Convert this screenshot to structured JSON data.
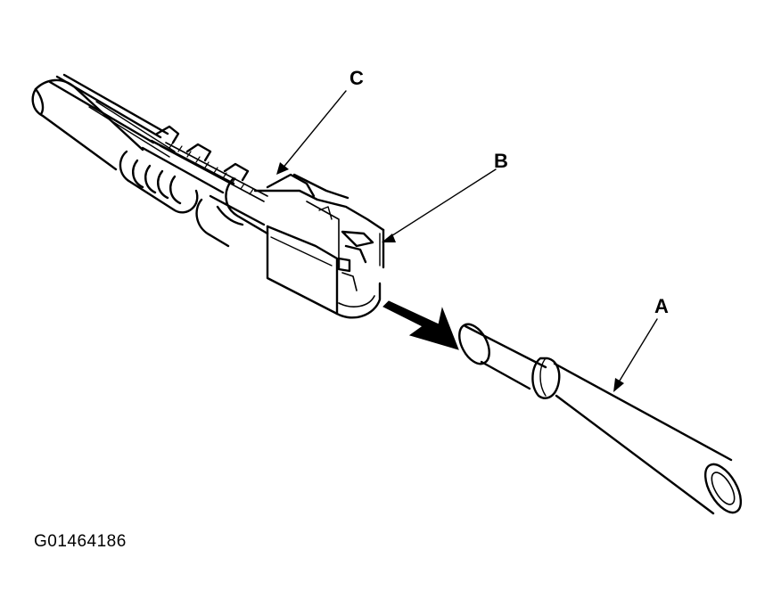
{
  "diagram": {
    "callouts": {
      "a": "A",
      "b": "B",
      "c": "C"
    },
    "figure_id": "G01464186",
    "line_color": "#000000",
    "background": "#ffffff"
  }
}
